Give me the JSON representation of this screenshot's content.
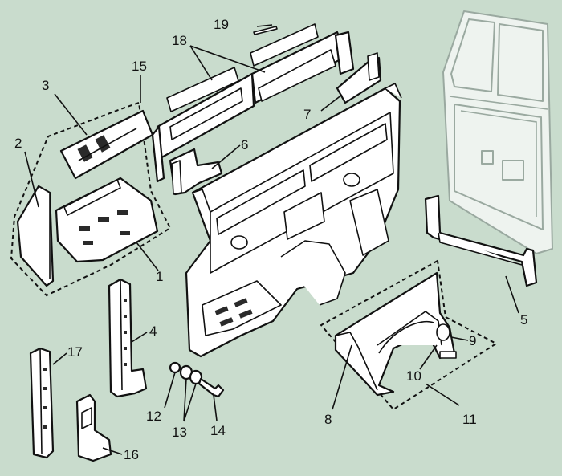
{
  "background_color": "#c9dccd",
  "callouts": {
    "c1": "1",
    "c2": "2",
    "c3": "3",
    "c4": "4",
    "c5": "5",
    "c6": "6",
    "c7": "7",
    "c8": "8",
    "c9": "9",
    "c10": "10",
    "c11": "11",
    "c12": "12",
    "c13": "13",
    "c14": "14",
    "c15": "15",
    "c16": "16",
    "c17": "17",
    "c18": "18",
    "c19": "19"
  }
}
